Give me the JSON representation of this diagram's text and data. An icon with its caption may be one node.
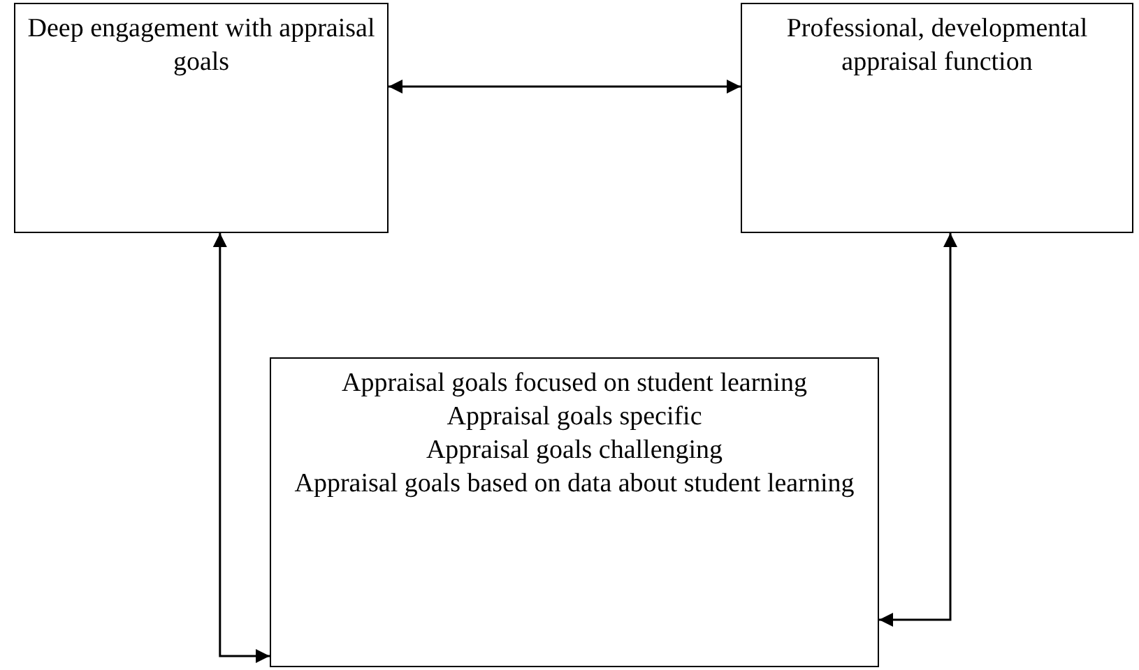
{
  "diagram": {
    "nodes": [
      {
        "text": [
          "Deep engagement with appraisal goals"
        ]
      },
      {
        "text": [
          "Professional, developmental appraisal function"
        ]
      },
      {
        "text": [
          "Appraisal goals focused on student learning",
          "Appraisal goals specific",
          "Appraisal goals challenging",
          "Appraisal goals based on data about student learning"
        ]
      }
    ],
    "edges": [
      {
        "from": 0,
        "to": 1,
        "arrow": "both"
      },
      {
        "from": 0,
        "to": 2,
        "arrow": "both"
      },
      {
        "from": 1,
        "to": 2,
        "arrow": "both"
      }
    ]
  }
}
